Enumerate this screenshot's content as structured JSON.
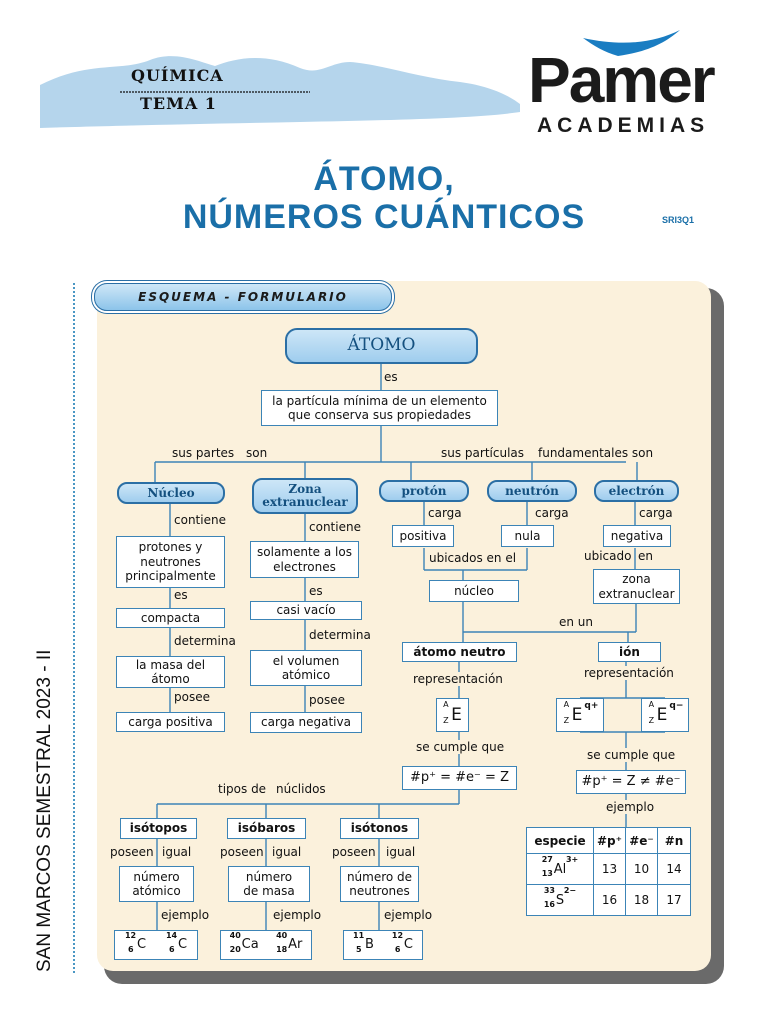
{
  "header": {
    "subject": "QUÍMICA",
    "topic": "TEMA 1",
    "logo_name": "Pamer",
    "logo_sub": "ACADEMIAS",
    "title_line1": "ÁTOMO,",
    "title_line2": "NÚMEROS CUÁNTICOS",
    "code": "SRI3Q1",
    "side_text": "SAN MARCOS SEMESTRAL 2023 - II"
  },
  "scheme": {
    "tab": "ESQUEMA - FORMULARIO",
    "root": "ÁTOMO",
    "root_link": "es",
    "definition_l1": "la partícula mínima de un elemento",
    "definition_l2": "que conserva sus propiedades",
    "parts_link_a": "sus partes",
    "parts_link_b": "son",
    "particles_link_a": "sus partículas",
    "particles_link_b": "fundamentales son",
    "nucleo": "Núcleo",
    "zona_l1": "Zona",
    "zona_l2": "extranuclear",
    "proton": "protón",
    "neutron": "neutrón",
    "electron": "electrón",
    "contiene_1": "contiene",
    "contiene_2": "contiene",
    "nucleo_content_l1": "protones y",
    "nucleo_content_l2": "neutrones",
    "nucleo_content_l3": "principalmente",
    "zona_content_l1": "solamente a los",
    "zona_content_l2": "electrones",
    "es_1": "es",
    "es_2": "es",
    "compacta": "compacta",
    "casi_vacio": "casi vacío",
    "determina_1": "determina",
    "determina_2": "determina",
    "masa_l1": "la masa del",
    "masa_l2": "átomo",
    "volumen_l1": "el volumen",
    "volumen_l2": "atómico",
    "posee_1": "posee",
    "posee_2": "posee",
    "carga_positiva": "carga positiva",
    "carga_negativa": "carga negativa",
    "carga_1": "carga",
    "carga_2": "carga",
    "carga_3": "carga",
    "positiva": "positiva",
    "nula": "nula",
    "negativa": "negativa",
    "ubicados_en_el": "ubicados en el",
    "ubicado": "ubicado",
    "en": "en",
    "nucleo_box": "núcleo",
    "zona_box_l1": "zona",
    "zona_box_l2": "extranuclear",
    "en_un": "en un",
    "atomo_neutro": "átomo neutro",
    "ion": "ión",
    "representacion_1": "representación",
    "representacion_2": "representación",
    "se_cumple_1": "se cumple que",
    "se_cumple_2": "se cumple que",
    "formula_neutro": "#p⁺ = #e⁻ = Z",
    "formula_ion": "#p⁺ = Z ≠ #e⁻",
    "ejemplo_ion": "ejemplo",
    "tipos_a": "tipos de",
    "tipos_b": "núclidos",
    "isotopos": "isótopos",
    "isobaros": "isóbaros",
    "isotonos": "isótonos",
    "poseen": "poseen",
    "igual": "igual",
    "num_atomico_l1": "número",
    "num_atomico_l2": "atómico",
    "num_masa_l1": "número",
    "num_masa_l2": "de masa",
    "num_neutrones_l1": "número de",
    "num_neutrones_l2": "neutrones",
    "ejemplo": "ejemplo",
    "symbol_E": "E",
    "sup_A": "A",
    "sub_Z": "Z",
    "charge_plus": "q+",
    "charge_minus": "q−"
  },
  "examples": {
    "isotopos": [
      {
        "A": "12",
        "Z": "6",
        "S": "C"
      },
      {
        "A": "14",
        "Z": "6",
        "S": "C"
      }
    ],
    "isobaros": [
      {
        "A": "40",
        "Z": "20",
        "S": "Ca"
      },
      {
        "A": "40",
        "Z": "18",
        "S": "Ar"
      }
    ],
    "isotonos": [
      {
        "A": "11",
        "Z": "5",
        "S": "B"
      },
      {
        "A": "12",
        "Z": "6",
        "S": "C"
      }
    ]
  },
  "table": {
    "headers": [
      "especie",
      "#p⁺",
      "#e⁻",
      "#n"
    ],
    "rows": [
      {
        "A": "27",
        "Z": "13",
        "S": "Al",
        "q": "3+",
        "p": "13",
        "e": "10",
        "n": "14"
      },
      {
        "A": "33",
        "Z": "16",
        "S": "S",
        "q": "2−",
        "p": "16",
        "e": "18",
        "n": "17"
      }
    ]
  },
  "colors": {
    "accent": "#1a6fa8",
    "panel": "#fbf1dc",
    "node_border": "#3c84b6"
  }
}
